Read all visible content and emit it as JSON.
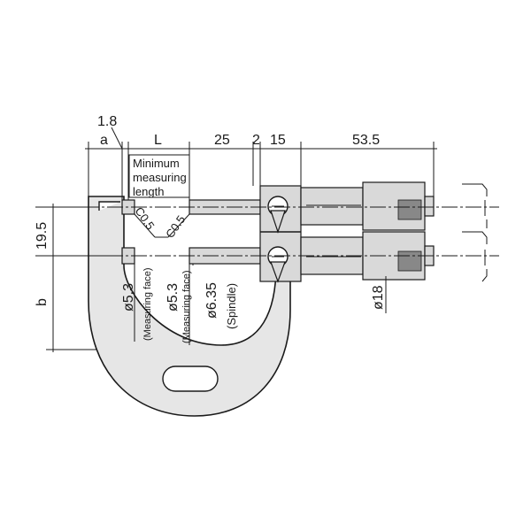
{
  "drawing": {
    "dims_top": {
      "d_1_8": "1.8",
      "a": "a",
      "L": "L",
      "d_25": "25",
      "d_2": "2",
      "d_15": "15",
      "d_53_5": "53.5"
    },
    "dims_left": {
      "d_19_5": "19.5",
      "b": "b"
    },
    "minimum_note": {
      "line1": "Minimum",
      "line2": "measuring",
      "line3": "length"
    },
    "chamfers": {
      "left": "C0.5",
      "right": "C0.5"
    },
    "face_dims": {
      "first_value": "ø5.3",
      "first_label": "(Measuring face)",
      "second_value": "ø5.3",
      "second_label": "(Measuring face)",
      "spindle_value": "ø6.35",
      "spindle_label": "(Spindle)"
    },
    "thimble_dim": "ø18"
  }
}
